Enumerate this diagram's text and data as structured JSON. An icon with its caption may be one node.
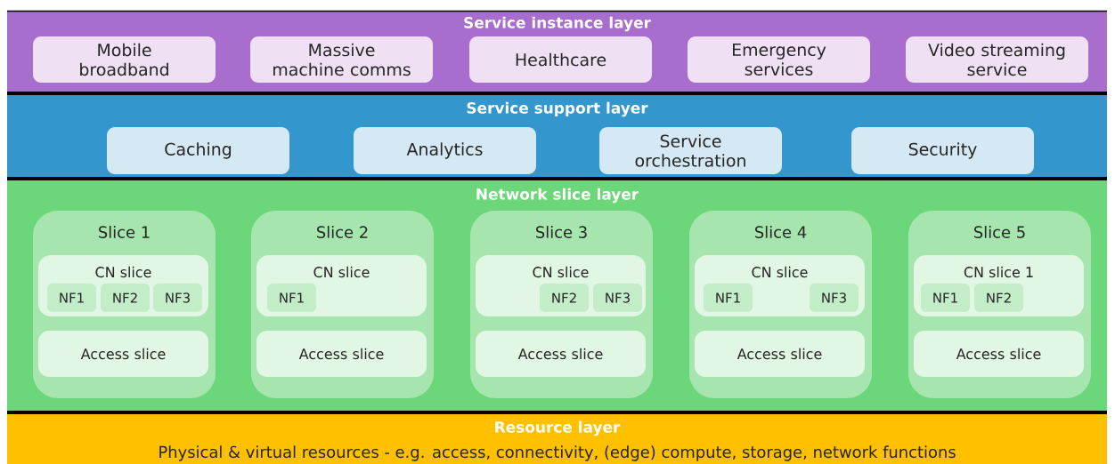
{
  "diagram": {
    "nodes": [
      {
        "text": [
          "Service instance layer"
        ]
      },
      {
        "text": [
          "Mobile broadband"
        ],
        "in": 0
      },
      {
        "text": [
          "Massive machine comms"
        ],
        "in": 0
      },
      {
        "text": [
          "Healthcare"
        ],
        "in": 0
      },
      {
        "text": [
          "Emergency services"
        ],
        "in": 0
      },
      {
        "text": [
          "Video streaming service"
        ],
        "in": 0
      },
      {
        "text": [
          "Service support layer"
        ]
      },
      {
        "text": [
          "Caching"
        ],
        "in": 6
      },
      {
        "text": [
          "Analytics"
        ],
        "in": 6
      },
      {
        "text": [
          "Service orchestration"
        ],
        "in": 6
      },
      {
        "text": [
          "Security"
        ],
        "in": 6
      },
      {
        "text": [
          "Network slice layer"
        ]
      },
      {
        "text": [
          "Slice 1"
        ],
        "in": 11
      },
      {
        "text": [
          "CN slice"
        ],
        "in": 12
      },
      {
        "text": [
          "NF1"
        ],
        "in": 13
      },
      {
        "text": [
          "NF2"
        ],
        "in": 13
      },
      {
        "text": [
          "NF3"
        ],
        "in": 13
      },
      {
        "text": [
          "Access slice"
        ],
        "in": 12
      },
      {
        "text": [
          "Slice 2"
        ],
        "in": 11
      },
      {
        "text": [
          "CN slice"
        ],
        "in": 18
      },
      {
        "text": [
          "NF1"
        ],
        "in": 19
      },
      {
        "text": [
          "Access slice"
        ],
        "in": 18
      },
      {
        "text": [
          "Slice 3"
        ],
        "in": 11
      },
      {
        "text": [
          "CN slice"
        ],
        "in": 22
      },
      {
        "text": [
          "NF2"
        ],
        "in": 23
      },
      {
        "text": [
          "NF3"
        ],
        "in": 23
      },
      {
        "text": [
          "Access slice"
        ],
        "in": 22
      },
      {
        "text": [
          "Slice 4"
        ],
        "in": 11
      },
      {
        "text": [
          "CN slice"
        ],
        "in": 27
      },
      {
        "text": [
          "NF1"
        ],
        "in": 28
      },
      {
        "text": [
          "NF3"
        ],
        "in": 28
      },
      {
        "text": [
          "Access slice"
        ],
        "in": 27
      },
      {
        "text": [
          "Slice 5"
        ],
        "in": 11
      },
      {
        "text": [
          "CN slice 1"
        ],
        "in": 32
      },
      {
        "text": [
          "NF1"
        ],
        "in": 33
      },
      {
        "text": [
          "NF2"
        ],
        "in": 33
      },
      {
        "text": [
          "Access slice"
        ],
        "in": 32
      },
      {
        "text": [
          "Resource layer",
          "Physical & virtual resources - e.g. access, connectivity, (edge) compute, storage, network functions"
        ]
      }
    ]
  }
}
